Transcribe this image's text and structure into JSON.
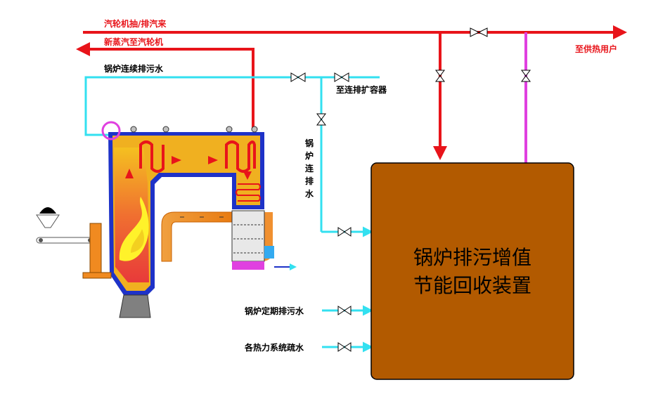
{
  "labels": {
    "turbine_extraction": "汽轮机抽/排汽来",
    "new_steam": "新蒸汽至汽轮机",
    "boiler_cont_blowdown": "锅炉连续排污水",
    "to_flash_tank": "至连排扩容器",
    "to_heat_users": "至供热用户",
    "cont_blowdown_vertical": [
      "锅",
      "炉",
      "连",
      "排",
      "水"
    ],
    "periodic_blowdown": "锅炉定期排污水",
    "drain_water": "各热力系统疏水",
    "device_line1": "锅炉排污增值",
    "device_line2": "节能回收装置"
  },
  "colors": {
    "steam_red": "#e8141a",
    "water_cyan": "#33e0f0",
    "magenta_line": "#e040e0",
    "device_fill": "#b25a00",
    "boiler_outline": "#1e32c8",
    "boiler_fill": "#f0b020",
    "flue_orange": "#f08a20"
  }
}
